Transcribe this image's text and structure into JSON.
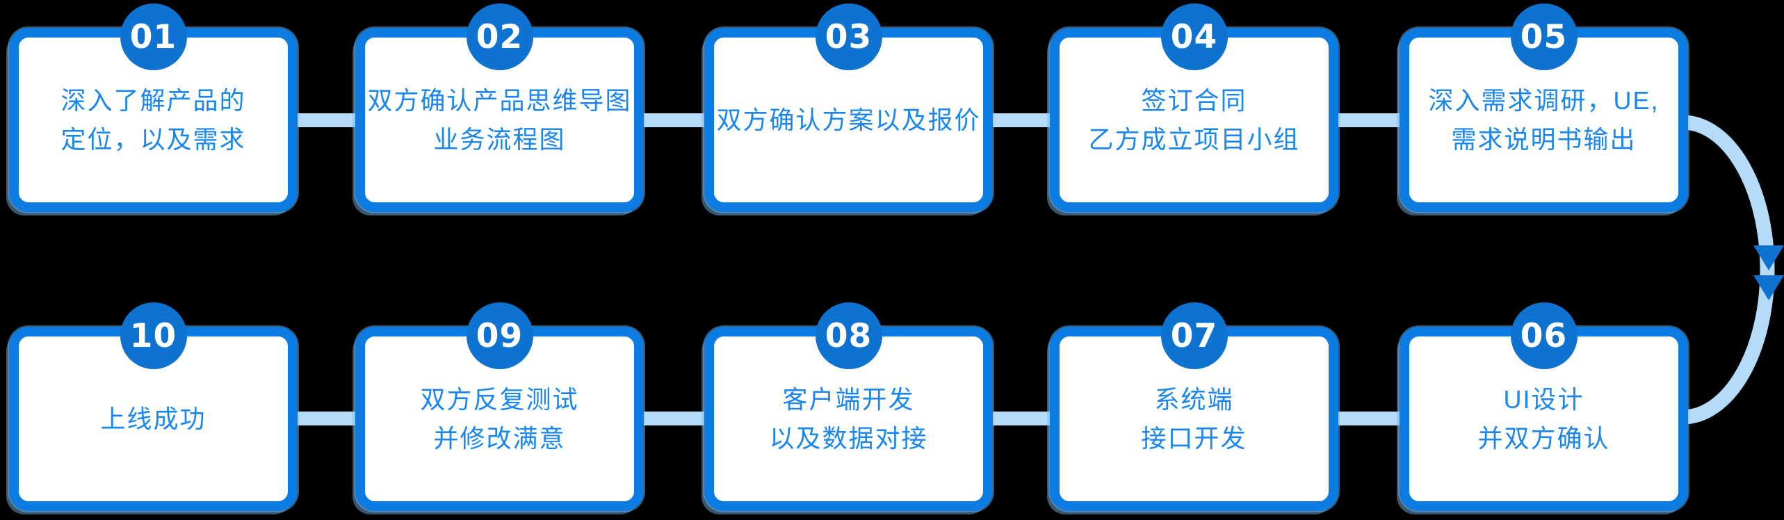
{
  "colors": {
    "bg": "#000000",
    "card_bg": "#ffffff",
    "border_blue": "#0d7ce2",
    "circle_blue": "#0e73d0",
    "text_blue": "#1b86ec",
    "connector_blue": "#b5dbf9",
    "number_white": "#ffffff"
  },
  "steps": [
    {
      "number": "01",
      "line1": "深入了解产品的",
      "line2": "定位，以及需求"
    },
    {
      "number": "02",
      "line1": "双方确认产品思维导图",
      "line2": "业务流程图"
    },
    {
      "number": "03",
      "line1": "双方确认方案以及报价",
      "line2": ""
    },
    {
      "number": "04",
      "line1": "签订合同",
      "line2": "乙方成立项目小组"
    },
    {
      "number": "05",
      "line1": "深入需求调研，UE,",
      "line2": "需求说明书输出"
    },
    {
      "number": "06",
      "line1": "UI设计",
      "line2": "并双方确认"
    },
    {
      "number": "07",
      "line1": "系统端",
      "line2": "接口开发"
    },
    {
      "number": "08",
      "line1": "客户端开发",
      "line2": "以及数据对接"
    },
    {
      "number": "09",
      "line1": "双方反复测试",
      "line2": "并修改满意"
    },
    {
      "number": "10",
      "line1": "上线成功",
      "line2": ""
    }
  ],
  "flow_arrow": {
    "from_step": "05",
    "to_step": "06",
    "direction": "down"
  }
}
